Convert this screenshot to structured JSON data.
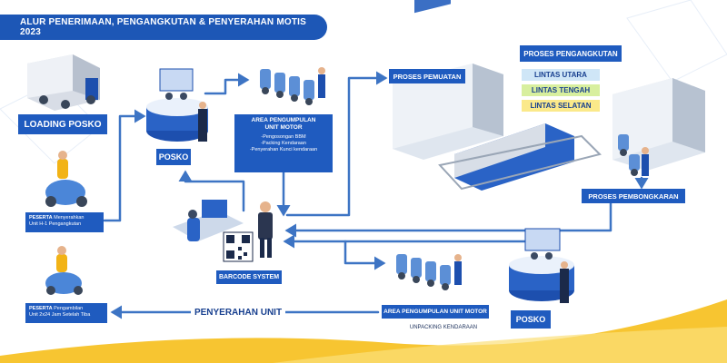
{
  "title": "ALUR PENERIMAAN, PENGANGKUTAN & PENYERAHAN MOTIS 2023",
  "labels": {
    "loading_posko": "LOADING POSKO",
    "posko_left": "POSKO",
    "posko_right": "POSKO",
    "proses_pemuatan": "PROSES PEMUATAN",
    "proses_pengangkutan": "PROSES PENGANGKUTAN",
    "proses_pembongkaran": "PROSES PEMBONGKARAN",
    "barcode_system": "BARCODE SYSTEM",
    "penyerahan_unit": "PENYERAHAN UNIT",
    "area_pengumpulan_bottom": "AREA PENGUMPULAN UNIT MOTOR",
    "unpacking": "UNPACKING KENDARAAN"
  },
  "routes": [
    {
      "label": "LINTAS UTARA",
      "color": "#cfe6f7"
    },
    {
      "label": "LINTAS TENGAH",
      "color": "#d8ef9e"
    },
    {
      "label": "LINTAS SELATAN",
      "color": "#fbe98a"
    }
  ],
  "area_top": {
    "title1": "AREA PENGUMPULAN",
    "title2": "UNIT MOTOR",
    "items": [
      "-Pengosongan BBM",
      "-Packing Kendaraan",
      "-Penyerahan Kunci kendaraan"
    ]
  },
  "peserta_top": {
    "bold": "PESERTA",
    "text1": " Menyerahkan",
    "text2": "Unit H-1 Pengangkutan"
  },
  "peserta_bottom": {
    "bold": "PESERTA",
    "text1": " Pengambilan",
    "text2": "Unit 2x24 Jam Setelah Tiba"
  },
  "colors": {
    "primary": "#1f5bbf",
    "dark": "#173f8f",
    "arrow": "#3d74c4",
    "accent_yellow": "#f7c531"
  }
}
